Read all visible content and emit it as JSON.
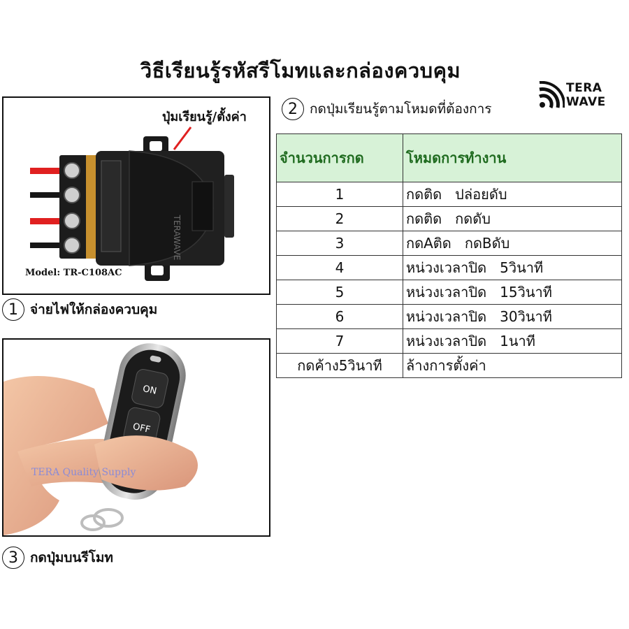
{
  "title": "วิธีเรียนรู้รหัสรีโมทและกล่องควบคุม",
  "logo": {
    "line1": "TERA",
    "line2": "WAVE"
  },
  "steps": [
    {
      "num": "1",
      "text": "จ่ายไฟให้กล่องควบคุม"
    },
    {
      "num": "2",
      "text": "กดปุ่มเรียนรู้ตามโหมดที่ต้องการ"
    },
    {
      "num": "3",
      "text": "กดปุ่มบนรีโมท"
    }
  ],
  "device": {
    "callout": "ปุ่มเรียนรู้/ตั้งค่า",
    "model": "Model: TR-C108AC",
    "brand": "TERAWAVE"
  },
  "remote": {
    "on_label": "ON",
    "off_label": "OFF",
    "watermark": "TERA Quality Supply"
  },
  "table": {
    "headers": [
      "จำนวนการกด",
      "โหมดการทำงาน"
    ],
    "rows": [
      [
        "1",
        "กดติด   ปล่อยดับ"
      ],
      [
        "2",
        "กดติด   กดดับ"
      ],
      [
        "3",
        "กดAติด   กดBดับ"
      ],
      [
        "4",
        "หน่วงเวลาปิด   5วินาที"
      ],
      [
        "5",
        "หน่วงเวลาปิด   15วินาที"
      ],
      [
        "6",
        "หน่วงเวลาปิด   30วินาที"
      ],
      [
        "7",
        "หน่วงเวลาปิด   1นาที"
      ],
      [
        "กดค้าง5วินาที",
        "ล้างการตั้งค่า"
      ]
    ]
  },
  "colors": {
    "header_bg": "#d7f2d7",
    "header_text": "#1f6b1f",
    "wire_red": "#e02020"
  }
}
